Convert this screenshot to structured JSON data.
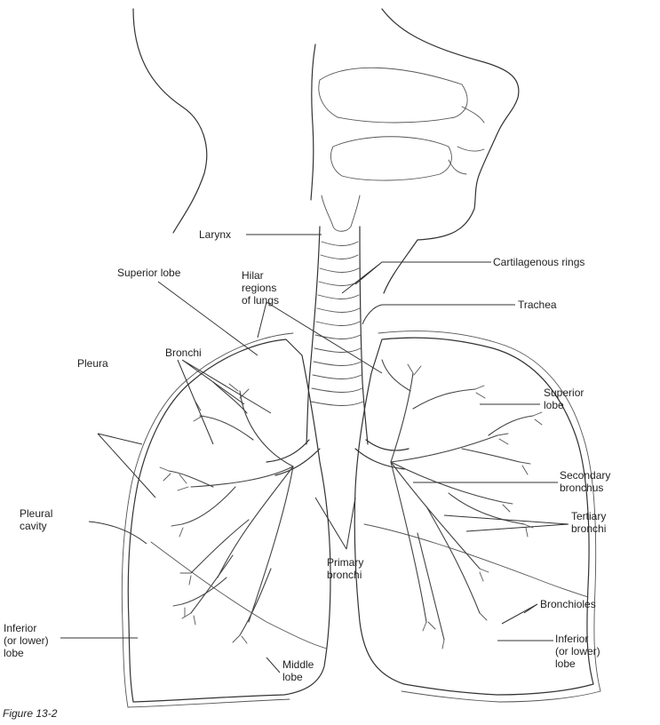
{
  "labels": {
    "larynx": "Larynx",
    "cartilagenous_rings": "Cartilagenous rings",
    "superior_lobe_left": "Superior lobe",
    "hilar_regions": "Hilar\nregions\nof lungs",
    "trachea": "Trachea",
    "bronchi": "Bronchi",
    "pleura": "Pleura",
    "superior_lobe_right": "Superior\nlobe",
    "secondary_bronchus": "Secondary\nbronchus",
    "pleural_cavity": "Pleural\ncavity",
    "tertiary_bronchi": "Tertiary\nbronchi",
    "primary_bronchi": "Primary\nbronchi",
    "bronchioles": "Bronchioles",
    "inferior_lobe_left": "Inferior\n(or lower)\nlobe",
    "middle_lobe": "Middle\nlobe",
    "inferior_lobe_right": "Inferior\n(or lower)\nlobe",
    "figure_caption": "Figure 13-2"
  }
}
